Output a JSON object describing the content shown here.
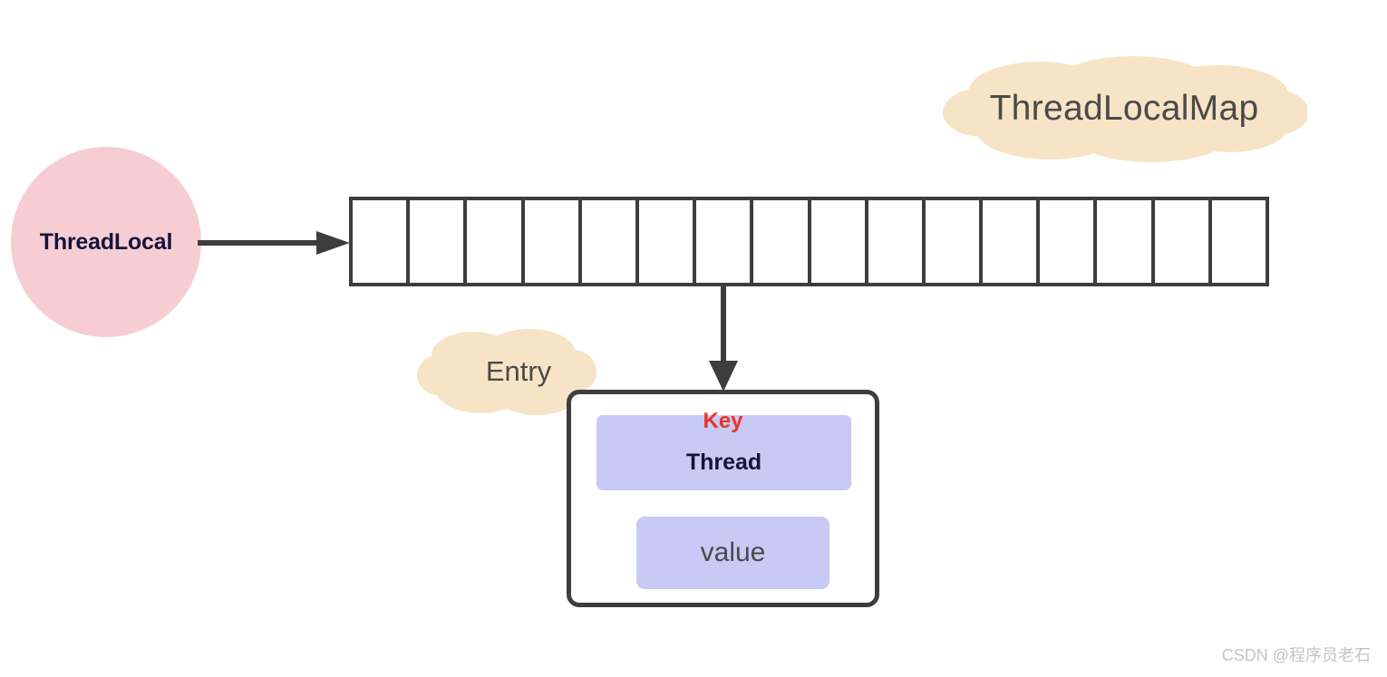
{
  "diagram": {
    "title": "ThreadLocal / ThreadLocalMap structure",
    "colors": {
      "threadlocal_circle": "#F6CDD3",
      "cloud": "#F7E3C6",
      "slot": "#C9C9F5",
      "stroke": "#3D3D3D",
      "key_red": "#E8342B",
      "text_dark": "#14143C",
      "text_gray": "#4A4A4A",
      "background": "#FFFFFF"
    }
  },
  "threadlocal": {
    "label": "ThreadLocal"
  },
  "clouds": {
    "map": {
      "label": "ThreadLocalMap"
    },
    "entry": {
      "label": "Entry"
    }
  },
  "hash_array": {
    "cell_count": 16,
    "cells": [
      "",
      "",
      "",
      "",
      "",
      "",
      "",
      "",
      "",
      "",
      "",
      "",
      "",
      "",
      "",
      ""
    ],
    "pointer_cell_index": 6
  },
  "entry": {
    "key_label": "Key",
    "key_slot": {
      "label": "Thread"
    },
    "value_slot": {
      "label": "value"
    }
  },
  "watermark": {
    "text": "CSDN @程序员老石"
  }
}
